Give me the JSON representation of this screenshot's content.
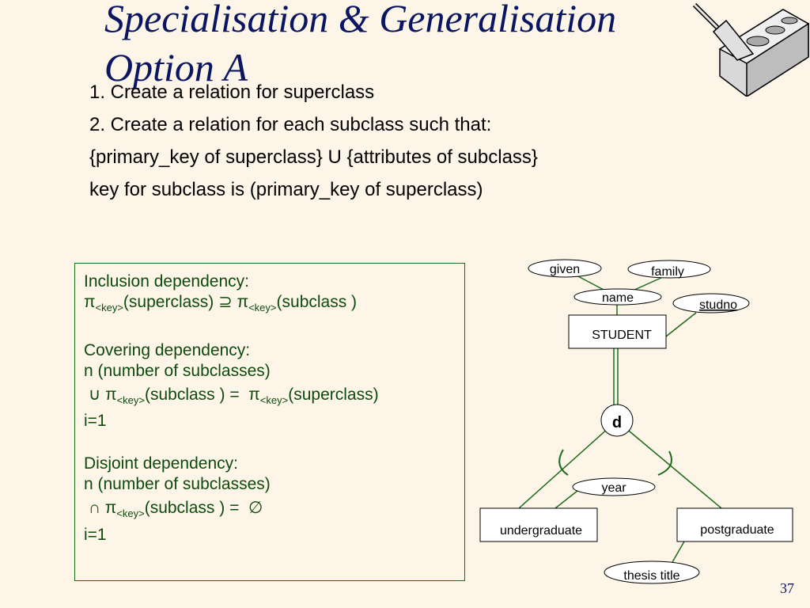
{
  "slide": {
    "title": "Specialisation & Generalisation Option A",
    "page_number": "37"
  },
  "bullets": [
    "1. Create a relation for superclass",
    "2. Create a relation for each subclass such that:",
    "{primary_key of superclass} U {attributes of subclass}",
    "key for subclass is (primary_key of superclass)"
  ],
  "box": {
    "inclusion_heading": "Inclusion dependency:",
    "pi": "π",
    "key_sub": "<key>",
    "superclass_paren": "(superclass)",
    "subclass_paren": "(subclass )",
    "superset_symbol": "⊇",
    "covering_heading": "Covering dependency:",
    "n_subclasses": "n (number of subclasses)",
    "union_symbol": "∪",
    "equals": "=",
    "i1": "i=1",
    "disjoint_heading": "Disjoint dependency:",
    "intersect_symbol": "∩",
    "empty_symbol": "∅"
  },
  "er": {
    "entities": {
      "student": "STUDENT",
      "undergraduate": "undergraduate",
      "postgraduate": "postgraduate"
    },
    "attributes": {
      "given": "given",
      "family": "family",
      "name": "name",
      "studno": "studno",
      "year": "year",
      "thesis": "thesis title"
    },
    "disjoint_label": "d"
  },
  "colors": {
    "title": "#0b1663",
    "box_text": "#0e4a0e",
    "line": "#1d6b1d",
    "background": "#fdf5e7"
  },
  "icons": [
    "trowel-brick-icon"
  ]
}
